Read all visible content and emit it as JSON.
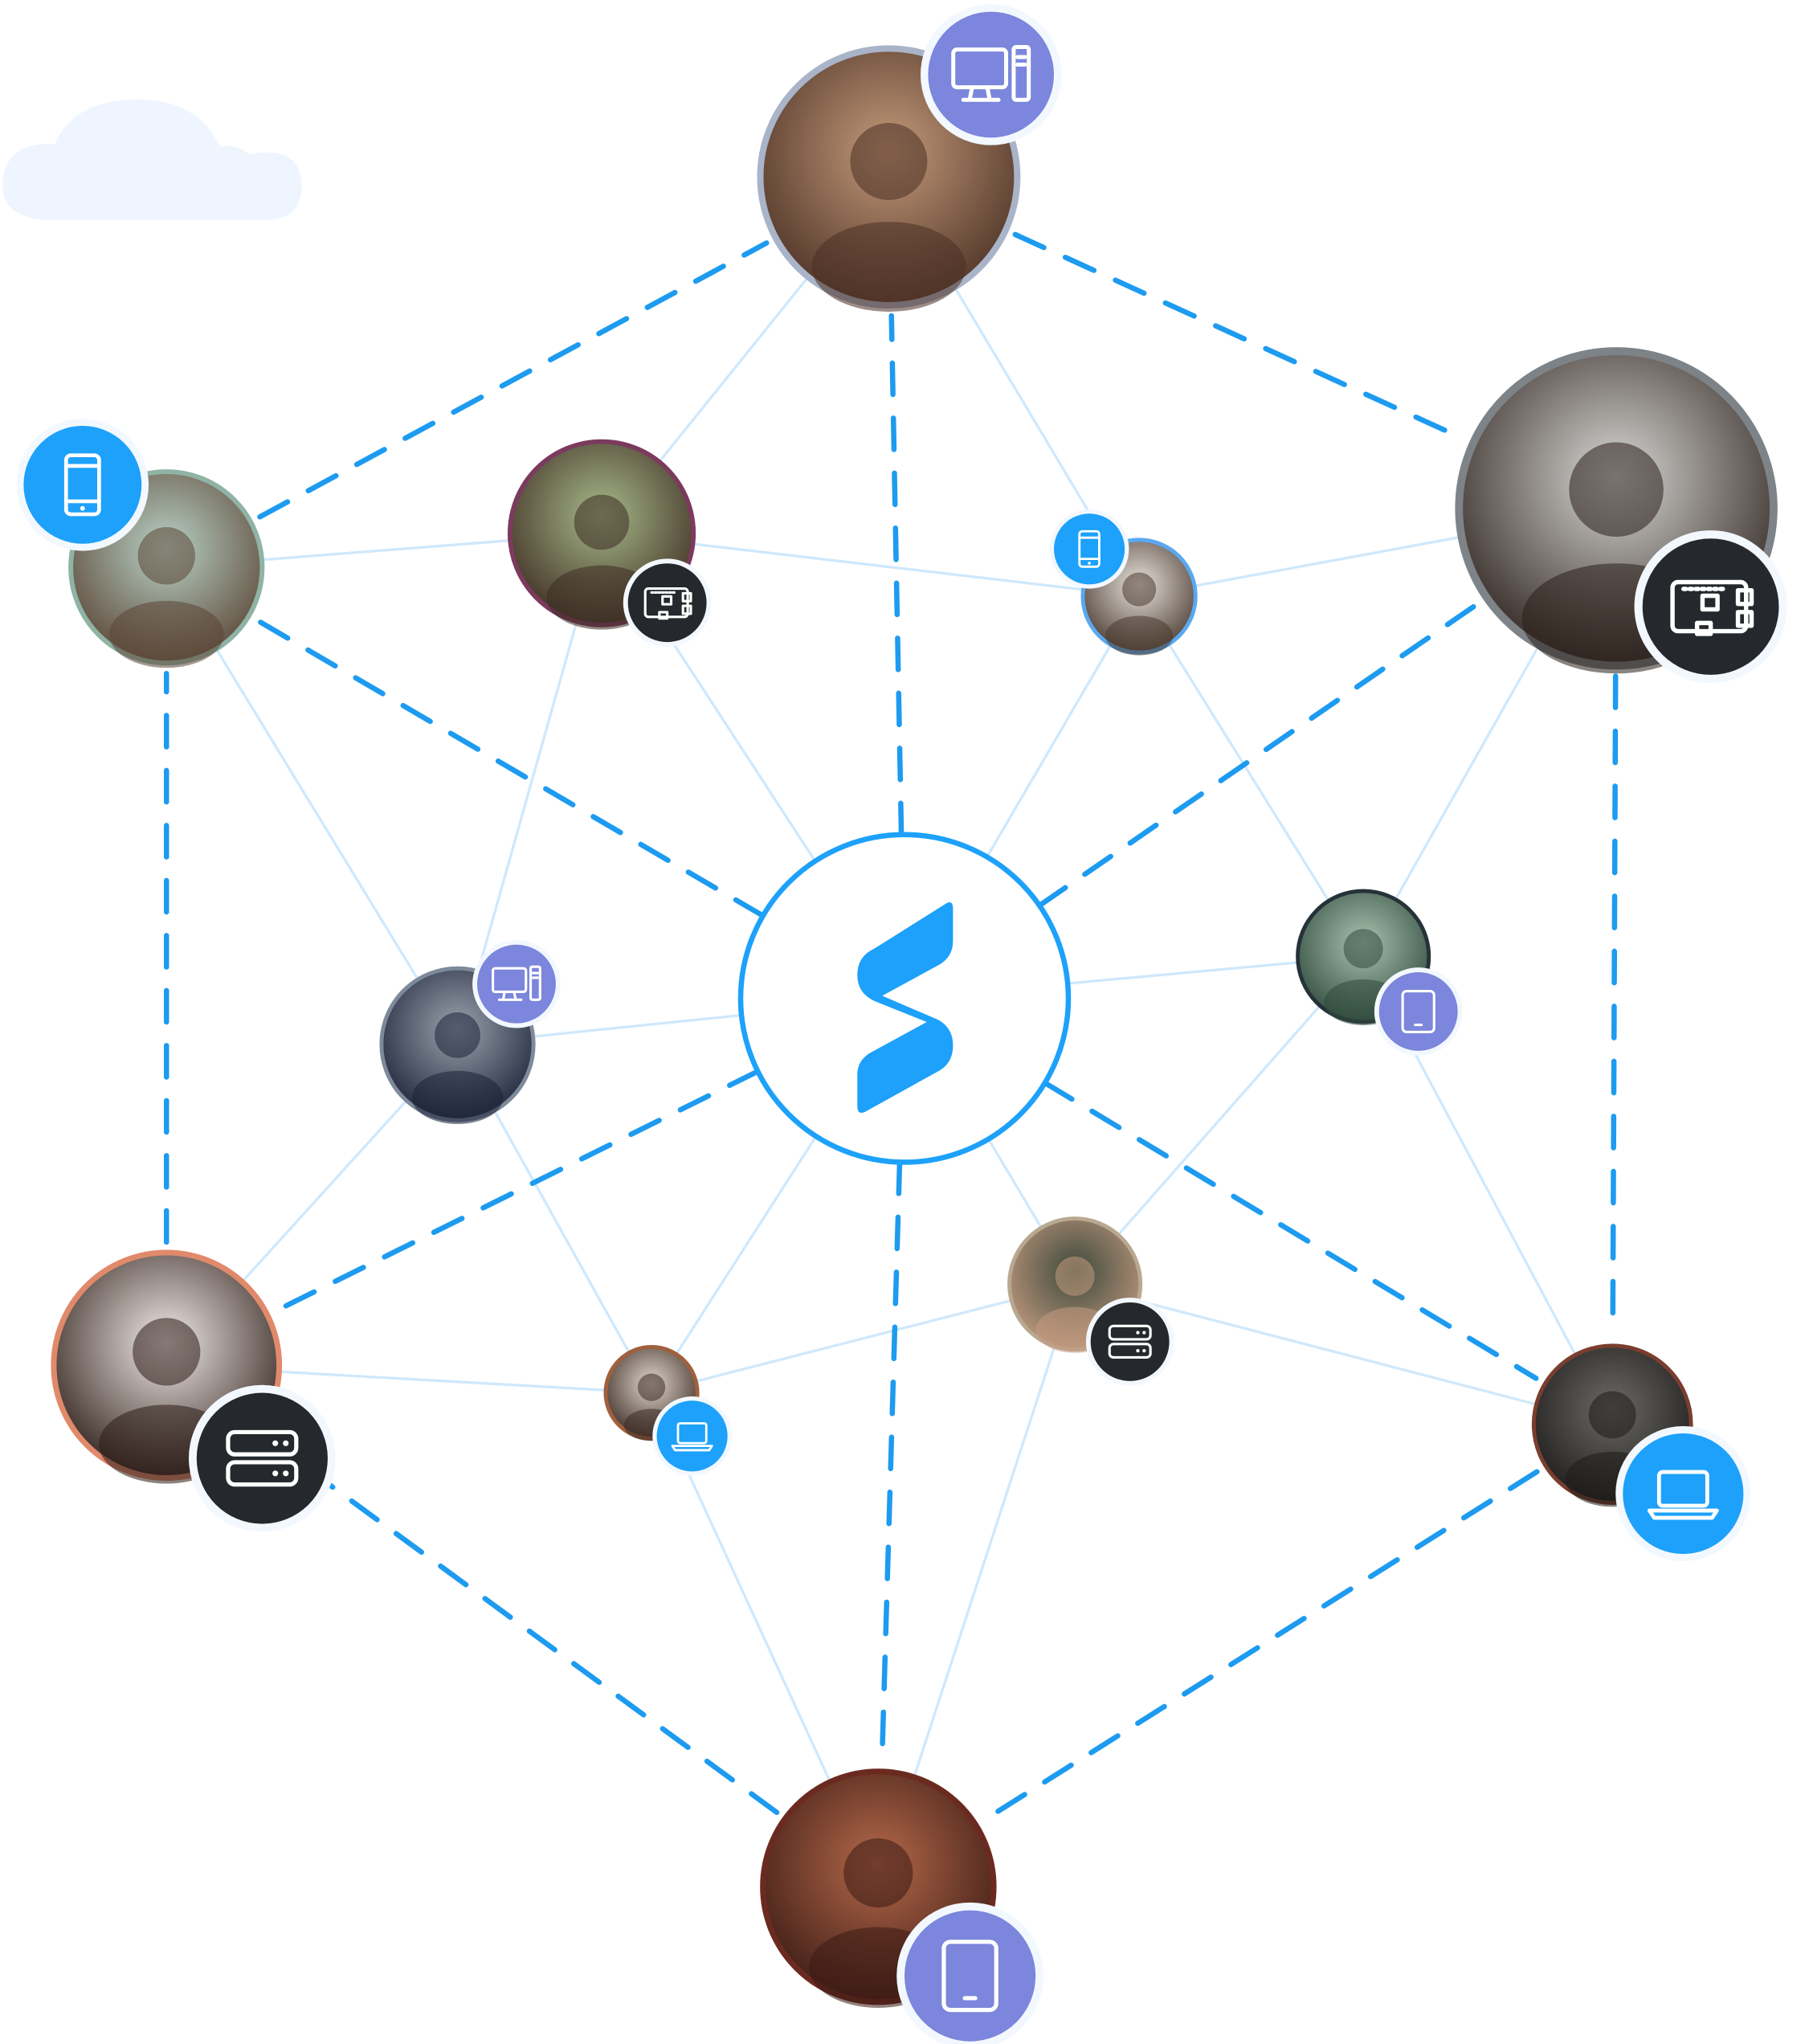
{
  "colors": {
    "accent": "#1da1fa",
    "spoke_line": "#1d9bf0",
    "mesh_line": "#cfe8fc",
    "cloud": "#eef5ff",
    "purple_badge": "#7b86dc",
    "dark_badge": "#25292d",
    "blue_badge": "#1da1fa"
  },
  "hub": {
    "icon": "brand-s-logo-icon"
  },
  "nodes": [
    {
      "id": "top",
      "border": "#a9b4c8",
      "photo": [
        "#c49a7a",
        "#4a3024"
      ],
      "device": "desktop",
      "badge": "#7b86dc"
    },
    {
      "id": "top-left",
      "border": "#8fb3a5",
      "photo": [
        "#b8d2c6",
        "#5b4636"
      ],
      "device": "phone",
      "badge": "#1da1fa"
    },
    {
      "id": "top-right",
      "border": "#7d8387",
      "photo": [
        "#d9d9d6",
        "#2a1f1a"
      ],
      "device": "raspberry-pi",
      "badge": "#25292d"
    },
    {
      "id": "bottom-left",
      "border": "#e08a6b",
      "photo": [
        "#f2ece8",
        "#2b1c17"
      ],
      "device": "server",
      "badge": "#25292d"
    },
    {
      "id": "bottom-right",
      "border": "#7a3e2e",
      "photo": [
        "#6c6a66",
        "#1d1b1a"
      ],
      "device": "laptop",
      "badge": "#1da1fa"
    },
    {
      "id": "bottom",
      "border": "#6b2a20",
      "photo": [
        "#b5694a",
        "#3a1a14"
      ],
      "device": "tablet",
      "badge": "#7b86dc"
    },
    {
      "id": "inner-1",
      "border": "#7b3a5e",
      "photo": [
        "#a7b98a",
        "#3d2c22"
      ],
      "device": "raspberry-pi",
      "badge": "#25292d"
    },
    {
      "id": "inner-2",
      "border": "#5aa8f0",
      "photo": [
        "#e6e2dc",
        "#4a3a30"
      ],
      "device": "phone",
      "badge": "#1da1fa"
    },
    {
      "id": "inner-3",
      "border": "#263238",
      "photo": [
        "#a9c2b0",
        "#2f4a3c"
      ],
      "device": "tablet",
      "badge": "#7b86dc"
    },
    {
      "id": "inner-4",
      "border": "#7d8a9a",
      "photo": [
        "#9aa3ad",
        "#1c2238"
      ],
      "device": "desktop",
      "badge": "#7b86dc"
    },
    {
      "id": "inner-5",
      "border": "#a0603e",
      "photo": [
        "#e0d6cc",
        "#3b2a22"
      ],
      "device": "laptop",
      "badge": "#1da1fa"
    },
    {
      "id": "inner-6",
      "border": "#b8a890",
      "photo": [
        "#3d4a3c",
        "#c49a80"
      ],
      "device": "server",
      "badge": "#25292d"
    }
  ]
}
